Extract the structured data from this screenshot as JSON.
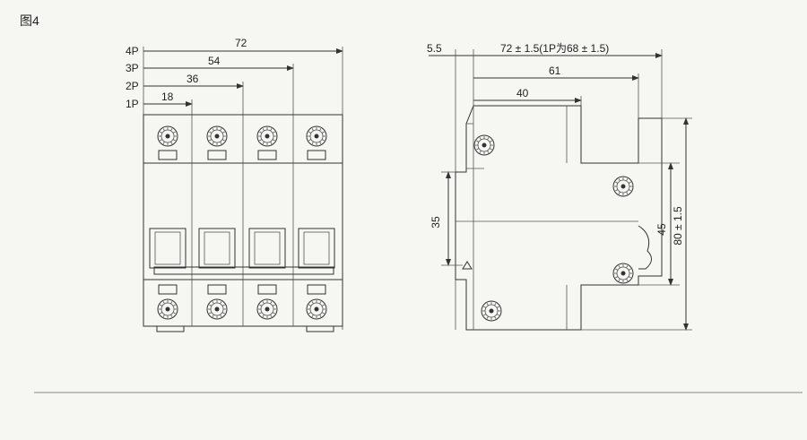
{
  "figure_label": "图4",
  "front_view": {
    "pole_labels": [
      "4P",
      "3P",
      "2P",
      "1P"
    ],
    "widths": [
      "72",
      "54",
      "36",
      "18"
    ]
  },
  "side_view": {
    "offset": "5.5",
    "depth_total": "72 ± 1.5(1P为68 ± 1.5)",
    "depth_mid": "61",
    "depth_front": "40",
    "height_inner": "35",
    "height_mid": "45",
    "height_total": "80 ± 1.5"
  }
}
